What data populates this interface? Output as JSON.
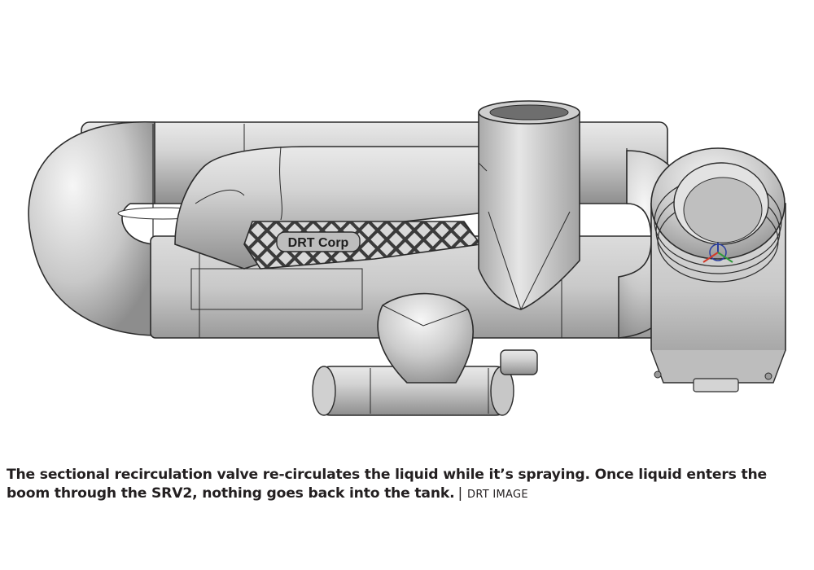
{
  "figure": {
    "subject": "valve-3d-render",
    "logo_text": "DRT Corp",
    "colors": {
      "body": "#cfcfcf",
      "shadow": "#8c8c8c",
      "highlight": "#f4f4f4",
      "outline": "#2b2b2b",
      "mesh": "#3a3a3a"
    }
  },
  "caption": {
    "text": "The sectional recirculation valve re-circulates the liquid while it’s spraying. Once liquid enters the boom through the SRV2, nothing goes back into the tank.",
    "separator": "|",
    "credit": "DRT IMAGE"
  }
}
